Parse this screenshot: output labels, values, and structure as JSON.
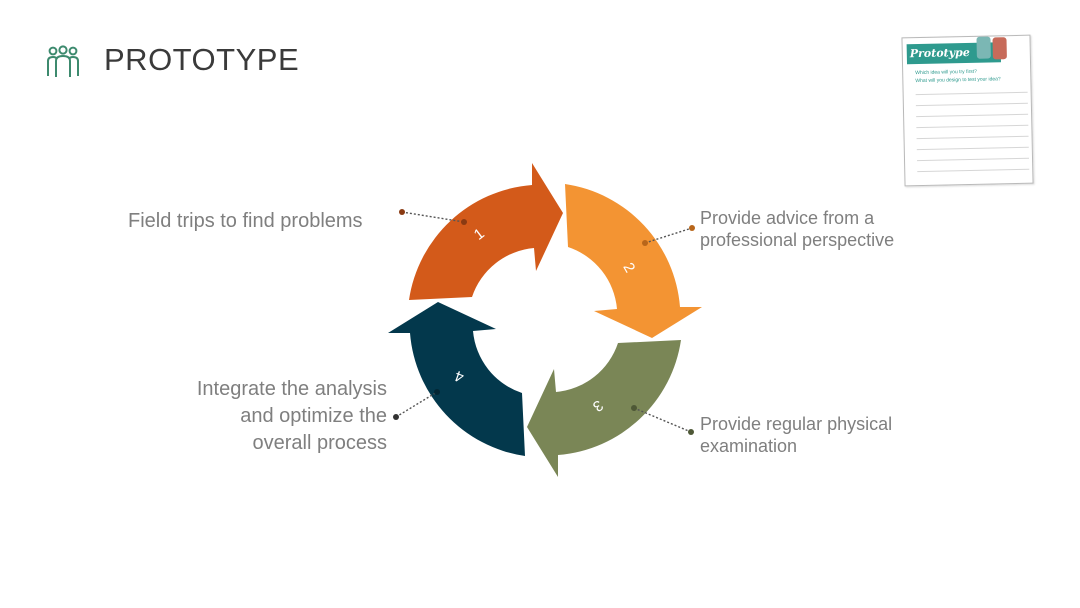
{
  "header": {
    "title": "PROTOTYPE",
    "icon": "people-group-icon",
    "icon_color": "#3d8a6e"
  },
  "worksheet": {
    "title": "Prototype",
    "question_1": "Which idea will you try first?",
    "question_2": "What will you design to test your idea?",
    "banner_color": "#2e9a8e"
  },
  "cycle": {
    "steps": [
      {
        "number": "1",
        "label": "Field trips to find problems",
        "color": "#d35a1a"
      },
      {
        "number": "2",
        "label": "Provide advice from a professional perspective",
        "line1": "Provide advice from a",
        "line2": "professional perspective",
        "color": "#f39433"
      },
      {
        "number": "3",
        "label": "Provide regular physical examination",
        "line1": "Provide regular physical",
        "line2": "examination",
        "color": "#7a8656"
      },
      {
        "number": "4",
        "label": "Integrate the analysis and optimize the overall process",
        "line1": "Integrate the analysis",
        "line2": "and optimize the",
        "line3": "overall process",
        "color": "#03384c"
      }
    ]
  }
}
